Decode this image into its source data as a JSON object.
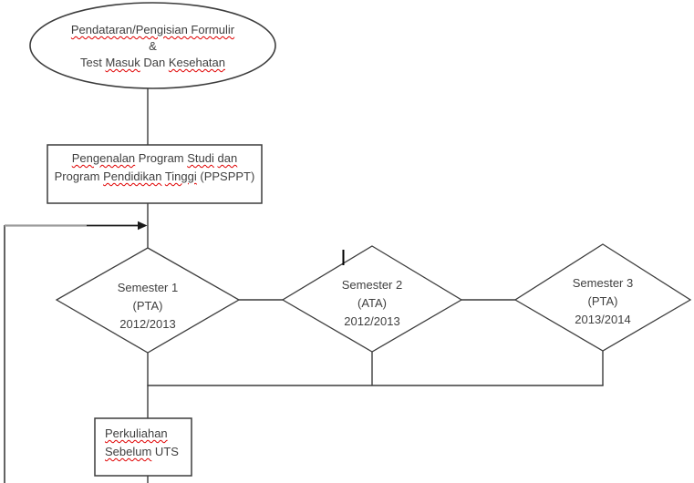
{
  "canvas": {
    "background": "#ffffff",
    "text_color": "#3f3f3f",
    "shape_stroke_color": "#3c3c3c",
    "spellcheck_underline_color": "#e00000",
    "arrow_color": "#1a1a1a",
    "arrow_tail_color": "#9b9b9b",
    "caret_color": "#000000"
  },
  "nodes": {
    "registration": {
      "shape": "ellipse",
      "lines": [
        {
          "segments": [
            {
              "text": "Pendataran/Pengisian Formulir",
              "misspelled": true
            }
          ]
        },
        {
          "segments": [
            {
              "text": "&",
              "misspelled": false
            }
          ]
        },
        {
          "segments": [
            {
              "text": "Test ",
              "misspelled": false
            },
            {
              "text": "Masuk",
              "misspelled": true
            },
            {
              "text": " Dan ",
              "misspelled": false
            },
            {
              "text": "Kesehatan",
              "misspelled": true
            }
          ]
        }
      ]
    },
    "orientation": {
      "shape": "rectangle",
      "lines": [
        {
          "segments": [
            {
              "text": "Pengenalan",
              "misspelled": true
            },
            {
              "text": " Program ",
              "misspelled": false
            },
            {
              "text": "Studi",
              "misspelled": true
            },
            {
              "text": " ",
              "misspelled": false
            },
            {
              "text": "dan",
              "misspelled": true
            }
          ]
        },
        {
          "segments": [
            {
              "text": "Program ",
              "misspelled": false
            },
            {
              "text": "Pendidikan",
              "misspelled": true
            },
            {
              "text": " ",
              "misspelled": false
            },
            {
              "text": "Tinggi",
              "misspelled": true
            },
            {
              "text": " (PPSPPT)",
              "misspelled": false
            }
          ]
        }
      ]
    },
    "semester1": {
      "shape": "diamond",
      "lines": [
        {
          "segments": [
            {
              "text": "Semester 1",
              "misspelled": false
            }
          ]
        },
        {
          "segments": [
            {
              "text": "(PTA)",
              "misspelled": false
            }
          ]
        },
        {
          "segments": [
            {
              "text": "2012/2013",
              "misspelled": false
            }
          ]
        }
      ]
    },
    "semester2": {
      "shape": "diamond",
      "lines": [
        {
          "segments": [
            {
              "text": "Semester 2",
              "misspelled": false
            }
          ]
        },
        {
          "segments": [
            {
              "text": "(ATA)",
              "misspelled": false
            }
          ]
        },
        {
          "segments": [
            {
              "text": "2012/2013",
              "misspelled": false
            }
          ]
        }
      ]
    },
    "semester3": {
      "shape": "diamond",
      "lines": [
        {
          "segments": [
            {
              "text": "Semester 3",
              "misspelled": false
            }
          ]
        },
        {
          "segments": [
            {
              "text": "(PTA)",
              "misspelled": false
            }
          ]
        },
        {
          "segments": [
            {
              "text": "2013/2014",
              "misspelled": false
            }
          ]
        }
      ]
    },
    "pre_uts": {
      "shape": "rectangle",
      "lines": [
        {
          "segments": [
            {
              "text": "Perkuliahan",
              "misspelled": true
            }
          ]
        },
        {
          "segments": [
            {
              "text": "Sebelum",
              "misspelled": true
            },
            {
              "text": " UTS",
              "misspelled": false
            }
          ]
        }
      ]
    }
  }
}
